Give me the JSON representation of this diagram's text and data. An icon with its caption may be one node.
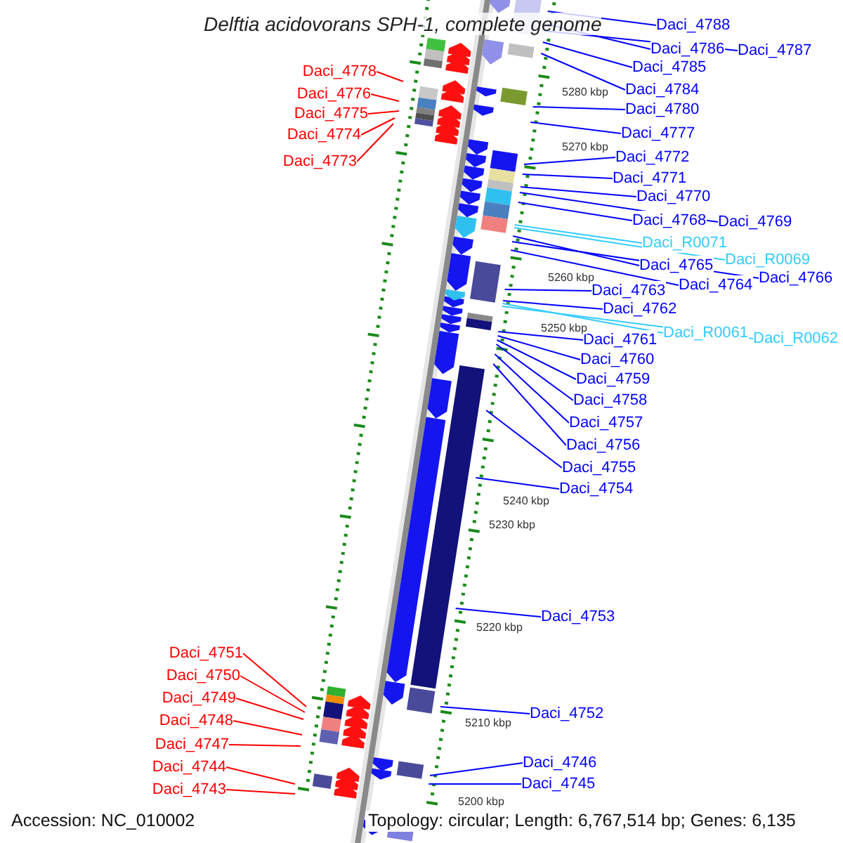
{
  "diagram": {
    "title": "Delftia acidovorans SPH-1, complete genome",
    "nodes": [
      {
        "text": [
          "Daci_4778"
        ]
      },
      {
        "text": [
          "Daci_4776"
        ]
      },
      {
        "text": [
          "Daci_4775"
        ]
      },
      {
        "text": [
          "Daci_4774"
        ]
      },
      {
        "text": [
          "Daci_4773"
        ]
      },
      {
        "text": [
          "Daci_4751"
        ]
      },
      {
        "text": [
          "Daci_4750"
        ]
      },
      {
        "text": [
          "Daci_4749"
        ]
      },
      {
        "text": [
          "Daci_4748"
        ]
      },
      {
        "text": [
          "Daci_4747"
        ]
      },
      {
        "text": [
          "Daci_4744"
        ]
      },
      {
        "text": [
          "Daci_4743"
        ]
      },
      {
        "text": [
          "Daci_4788"
        ]
      },
      {
        "text": [
          "Daci_4786"
        ]
      },
      {
        "text": [
          "Daci_4787"
        ]
      },
      {
        "text": [
          "Daci_4785"
        ]
      },
      {
        "text": [
          "Daci_4784"
        ]
      },
      {
        "text": [
          "Daci_4780"
        ]
      },
      {
        "text": [
          "Daci_4777"
        ]
      },
      {
        "text": [
          "Daci_4772"
        ]
      },
      {
        "text": [
          "Daci_4771"
        ]
      },
      {
        "text": [
          "Daci_4770"
        ]
      },
      {
        "text": [
          "Daci_4768"
        ]
      },
      {
        "text": [
          "Daci_4769"
        ]
      },
      {
        "text": [
          "Daci_R0071"
        ]
      },
      {
        "text": [
          "Daci_R0069"
        ]
      },
      {
        "text": [
          "Daci_4765"
        ]
      },
      {
        "text": [
          "Daci_4766"
        ]
      },
      {
        "text": [
          "Daci_4764"
        ]
      },
      {
        "text": [
          "Daci_4763"
        ]
      },
      {
        "text": [
          "Daci_4762"
        ]
      },
      {
        "text": [
          "Daci_R0061"
        ]
      },
      {
        "text": [
          "Daci_R0062"
        ]
      },
      {
        "text": [
          "Daci_4761"
        ]
      },
      {
        "text": [
          "Daci_4760"
        ]
      },
      {
        "text": [
          "Daci_4759"
        ]
      },
      {
        "text": [
          "Daci_4758"
        ]
      },
      {
        "text": [
          "Daci_4757"
        ]
      },
      {
        "text": [
          "Daci_4756"
        ]
      },
      {
        "text": [
          "Daci_4755"
        ]
      },
      {
        "text": [
          "Daci_4754"
        ]
      },
      {
        "text": [
          "Daci_4753"
        ]
      },
      {
        "text": [
          "Daci_4752"
        ]
      },
      {
        "text": [
          "Daci_4746"
        ]
      },
      {
        "text": [
          "Daci_4745"
        ]
      }
    ],
    "edges": [
      {
        "from": 0,
        "to": null,
        "arrow": "none",
        "color": "#ff0000"
      },
      {
        "from": 1,
        "to": null,
        "arrow": "none",
        "color": "#ff0000"
      },
      {
        "from": 2,
        "to": null,
        "arrow": "none",
        "color": "#ff0000"
      },
      {
        "from": 3,
        "to": null,
        "arrow": "none",
        "color": "#ff0000"
      },
      {
        "from": 4,
        "to": null,
        "arrow": "none",
        "color": "#ff0000"
      },
      {
        "from": 5,
        "to": null,
        "arrow": "none",
        "color": "#ff0000"
      },
      {
        "from": 6,
        "to": null,
        "arrow": "none",
        "color": "#ff0000"
      },
      {
        "from": 7,
        "to": null,
        "arrow": "none",
        "color": "#ff0000"
      },
      {
        "from": 8,
        "to": null,
        "arrow": "none",
        "color": "#ff0000"
      },
      {
        "from": 9,
        "to": null,
        "arrow": "none",
        "color": "#ff0000"
      },
      {
        "from": 10,
        "to": null,
        "arrow": "none",
        "color": "#ff0000"
      },
      {
        "from": 11,
        "to": null,
        "arrow": "none",
        "color": "#ff0000"
      },
      {
        "from": 12,
        "to": null,
        "arrow": "none"
      },
      {
        "from": 13,
        "to": null,
        "arrow": "none"
      },
      {
        "from": 14,
        "to": null,
        "arrow": "none"
      },
      {
        "from": 15,
        "to": null,
        "arrow": "none"
      },
      {
        "from": 16,
        "to": null,
        "arrow": "none"
      },
      {
        "from": 17,
        "to": null,
        "arrow": "none"
      },
      {
        "from": 18,
        "to": null,
        "arrow": "none"
      },
      {
        "from": 19,
        "to": null,
        "arrow": "none"
      },
      {
        "from": 20,
        "to": null,
        "arrow": "none"
      },
      {
        "from": 21,
        "to": null,
        "arrow": "none"
      },
      {
        "from": 22,
        "to": null,
        "arrow": "none"
      },
      {
        "from": 23,
        "to": null,
        "arrow": "none"
      },
      {
        "from": 24,
        "to": null,
        "arrow": "none",
        "color": "#33ccff"
      },
      {
        "from": 25,
        "to": null,
        "arrow": "none",
        "color": "#33ccff"
      },
      {
        "from": 26,
        "to": null,
        "arrow": "none"
      },
      {
        "from": 27,
        "to": null,
        "arrow": "none"
      },
      {
        "from": 28,
        "to": null,
        "arrow": "none"
      },
      {
        "from": 29,
        "to": null,
        "arrow": "none"
      },
      {
        "from": 30,
        "to": null,
        "arrow": "none"
      },
      {
        "from": 31,
        "to": null,
        "arrow": "none",
        "color": "#33ccff"
      },
      {
        "from": 32,
        "to": null,
        "arrow": "none",
        "color": "#33ccff"
      },
      {
        "from": 33,
        "to": null,
        "arrow": "none"
      },
      {
        "from": 34,
        "to": null,
        "arrow": "none"
      },
      {
        "from": 35,
        "to": null,
        "arrow": "none"
      },
      {
        "from": 36,
        "to": null,
        "arrow": "none"
      },
      {
        "from": 37,
        "to": null,
        "arrow": "none"
      },
      {
        "from": 38,
        "to": null,
        "arrow": "none"
      },
      {
        "from": 39,
        "to": null,
        "arrow": "none"
      },
      {
        "from": 40,
        "to": null,
        "arrow": "none"
      },
      {
        "from": 41,
        "to": null,
        "arrow": "none"
      },
      {
        "from": 42,
        "to": null,
        "arrow": "none"
      },
      {
        "from": 43,
        "to": null,
        "arrow": "none"
      },
      {
        "from": 44,
        "to": null,
        "arrow": "none"
      }
    ],
    "labels": [
      "5280 kbp",
      "5270 kbp",
      "5260 kbp",
      "5250 kbp",
      "5240 kbp",
      "5230 kbp",
      "5220 kbp",
      "5210 kbp",
      "5200 kbp",
      "Accession: NC_010002",
      "Topology: circular; Length: 6,767,514 bp; Genes: 6,135"
    ]
  }
}
